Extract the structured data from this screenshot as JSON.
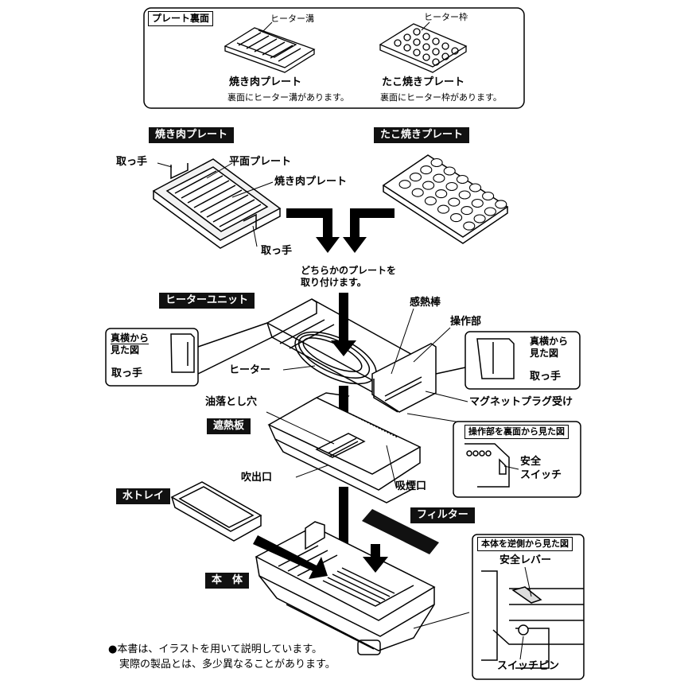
{
  "plate_back": {
    "tag": "プレート裏面",
    "heater_groove": "ヒーター溝",
    "heater_frame": "ヒーター枠",
    "yakiniku_name": "焼き肉プレート",
    "yakiniku_desc": "裏面にヒーター溝があります。",
    "takoyaki_name": "たこ焼きプレート",
    "takoyaki_desc": "裏面にヒーター枠があります。"
  },
  "plates": {
    "yakiniku_label": "焼き肉プレート",
    "takoyaki_label": "たこ焼きプレート",
    "handle_left": "取っ手",
    "flat_plate": "平面プレート",
    "yakiniku_plate": "焼き肉プレート",
    "handle_bottom": "取っ手",
    "attach_line1": "どちらかのプレートを",
    "attach_line2": "取り付けます。"
  },
  "heater_unit": {
    "label": "ヒーターユニット",
    "side_view_left_line1": "真横から",
    "side_view_left_line2": "見た図",
    "handle_left": "取っ手",
    "heater": "ヒーター",
    "sensor_rod": "感熱棒",
    "control": "操作部",
    "side_view_right_line1": "真横から",
    "side_view_right_line2": "見た図",
    "handle_right": "取っ手",
    "magnet_plug": "マグネットプラグ受け"
  },
  "shield": {
    "oil_hole": "油落とし穴",
    "label": "遮熱板",
    "outlet": "吹出口",
    "intake": "吸煙口",
    "control_back_view": "操作部を裏面から見た図",
    "safety_switch_line1": "安全",
    "safety_switch_line2": "スイッチ"
  },
  "body": {
    "water_tray": "水トレイ",
    "filter": "フィルター",
    "label": "本　体",
    "reverse_view": "本体を逆側から見た図",
    "safety_lever": "安全レバー",
    "switch_pin": "スイッチピン"
  },
  "footnote": {
    "bullet": "●",
    "line1": "本書は、イラストを用いて説明しています。",
    "line2": "実際の製品とは、多少異なることがあります。"
  }
}
